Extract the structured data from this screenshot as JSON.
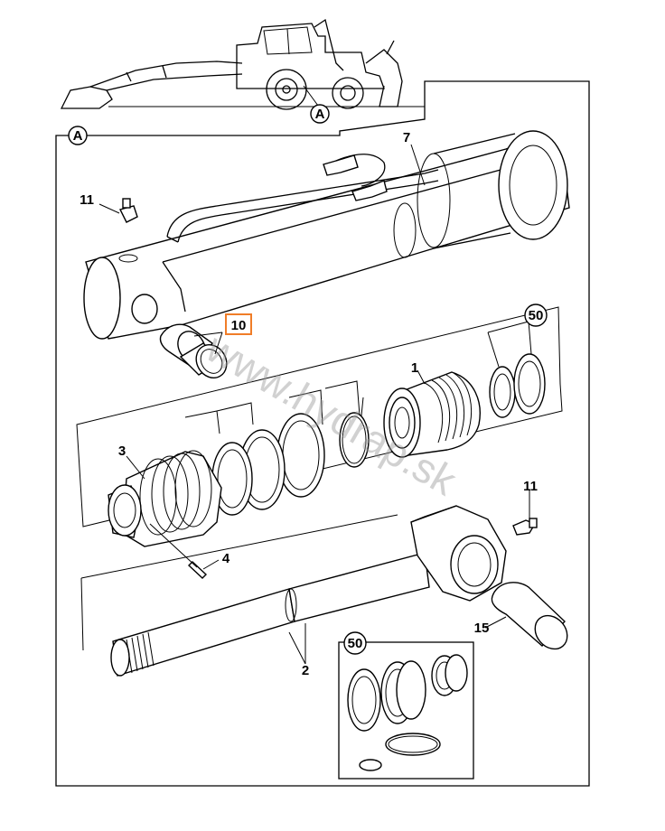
{
  "view_marker": "A",
  "watermark": "www.hydrap.sk",
  "colors": {
    "highlight": "#f07d28",
    "line": "#000000",
    "watermark": "#9a9a9a"
  },
  "callouts": {
    "p1": "1",
    "p2": "2",
    "p3": "3",
    "p4": "4",
    "p7": "7",
    "p10": "10",
    "p11a": "11",
    "p11b": "11",
    "p15": "15",
    "p50a": "50",
    "p50b": "50"
  },
  "highlighted_part": "10"
}
